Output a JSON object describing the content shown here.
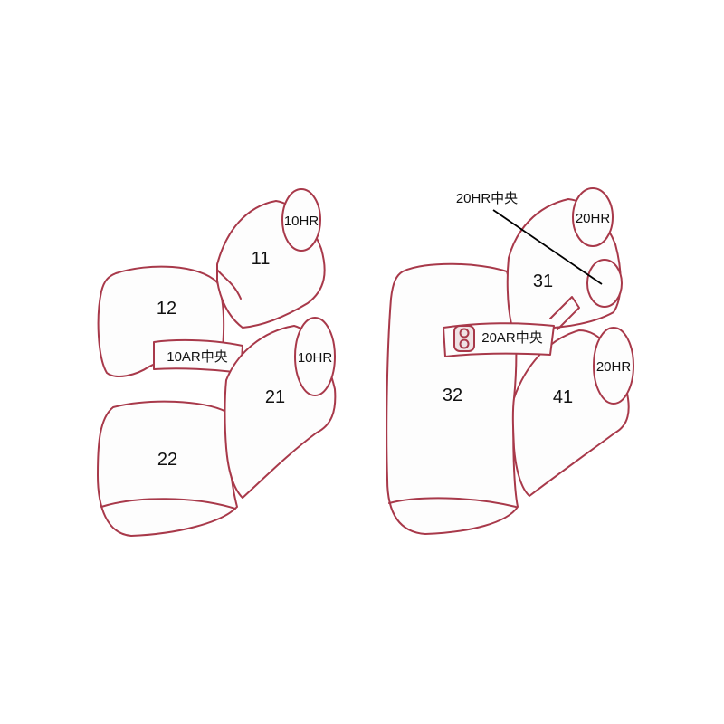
{
  "labels": {
    "p11": "11",
    "p12": "12",
    "p21": "21",
    "p22": "22",
    "p31": "31",
    "p32": "32",
    "p41": "41",
    "hr10_upper": "10HR",
    "hr10_lower": "10HR",
    "ar10_center": "10AR中央",
    "hr20_upper": "20HR",
    "hr20_lower": "20HR",
    "hr20_center": "20HR中央",
    "ar20_center": "20AR中央"
  },
  "colors": {
    "outline": "#a8394a",
    "text": "#111111",
    "background": "#ffffff"
  }
}
